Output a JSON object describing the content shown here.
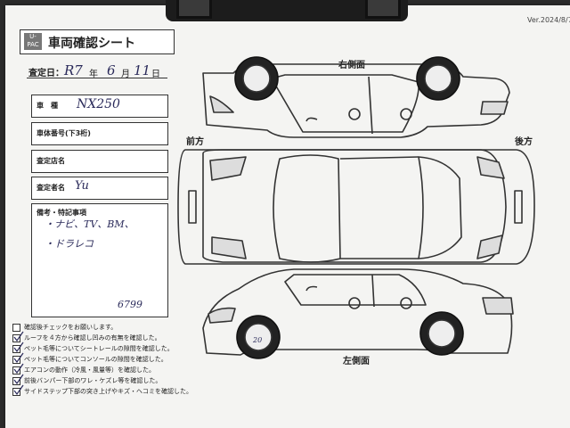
{
  "version": "Ver.2024/8/7",
  "header": {
    "logo_text": "U-PAC",
    "title": "車両確認シート"
  },
  "date_row": {
    "label": "査定日：",
    "era": "R7",
    "year_unit": "年",
    "month": "6",
    "month_unit": "月",
    "day": "11",
    "day_unit": "日"
  },
  "fields": [
    {
      "label": "車　種",
      "value": "NX250"
    },
    {
      "label": "車体番号(下3桁)",
      "value": ""
    },
    {
      "label": "査定店名",
      "value": ""
    },
    {
      "label": "査定者名",
      "value": "Yu"
    }
  ],
  "remarks": {
    "label": "備考・特記事項",
    "line1": "・ナビ、TV、BM、",
    "line2": "・ドラレコ",
    "code": "6799"
  },
  "checklist": [
    "確認後チェックをお願いします。",
    "ルーフを４方から確認し凹みの有無を確認した。",
    "ペット毛等についてシートレールの隙間を確認した。",
    "ペット毛等についてコンソールの隙間を確認した。",
    "エアコンの動作（冷風・風量等）を確認した。",
    "前後バンパー下部のワレ・ケズレ等を確認した。",
    "サイドステップ下部の突き上げやキズ・ヘコミを確認した。"
  ],
  "views": {
    "right_side": "右側面",
    "front": "前方",
    "rear": "後方",
    "left_side": "左側面"
  },
  "tire_mark": "20"
}
